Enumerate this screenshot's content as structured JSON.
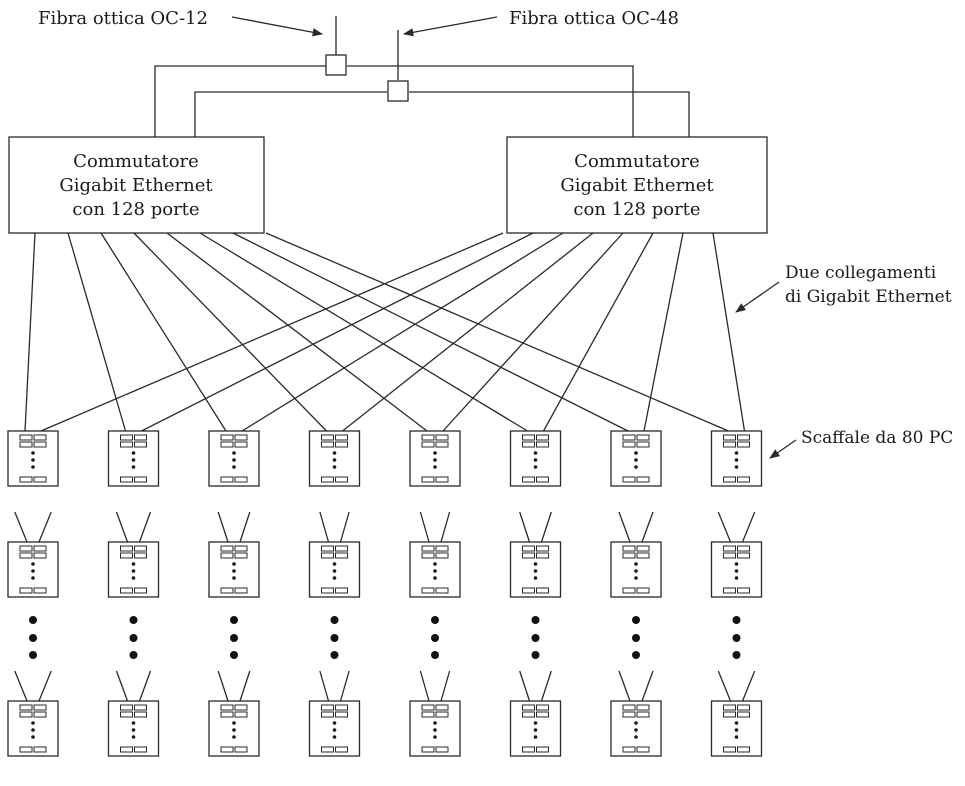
{
  "labels": {
    "fiber_oc12": "Fibra ottica OC-12",
    "fiber_oc48": "Fibra ottica OC-48",
    "two_links_line1": "Due collegamenti",
    "two_links_line2": "di Gigabit Ethernet",
    "rack": "Scaffale da 80 PC"
  },
  "switches": [
    {
      "line1": "Commutatore",
      "line2": "Gigabit Ethernet",
      "line3": "con 128 porte"
    },
    {
      "line1": "Commutatore",
      "line2": "Gigabit Ethernet",
      "line3": "con 128 porte"
    }
  ],
  "rack_columns": 8,
  "rack_rows_drawn": 3
}
